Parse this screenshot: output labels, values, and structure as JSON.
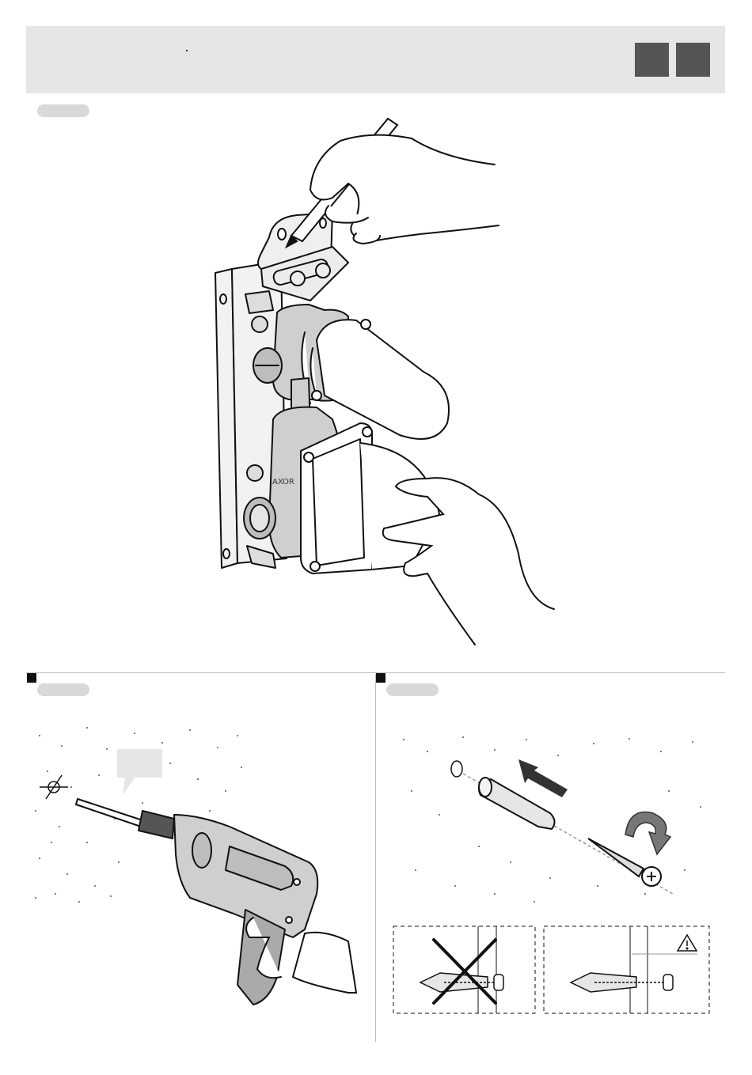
{
  "header": {
    "background_color": "#e6e6e6",
    "square_color": "#555555"
  },
  "steps": [
    {
      "id": "step-mark-holes",
      "pill_text": ""
    },
    {
      "id": "step-drill",
      "pill_text": ""
    },
    {
      "id": "step-insert-plug",
      "pill_text": ""
    }
  ],
  "drill_callout": {
    "text": ""
  },
  "icons": [
    "pencil-icon",
    "hand-icon",
    "valve-body-icon",
    "spirit-level-icon",
    "drill-icon",
    "drill-mark-icon",
    "wall-plug-icon",
    "screw-icon",
    "arrow-icon",
    "rotate-arrow-icon",
    "cross-icon",
    "warning-icon"
  ],
  "colors": {
    "pill": "#d9d9d9",
    "marker": "#111111",
    "arrow": "#333333",
    "rotate_arrow": "#777777"
  }
}
